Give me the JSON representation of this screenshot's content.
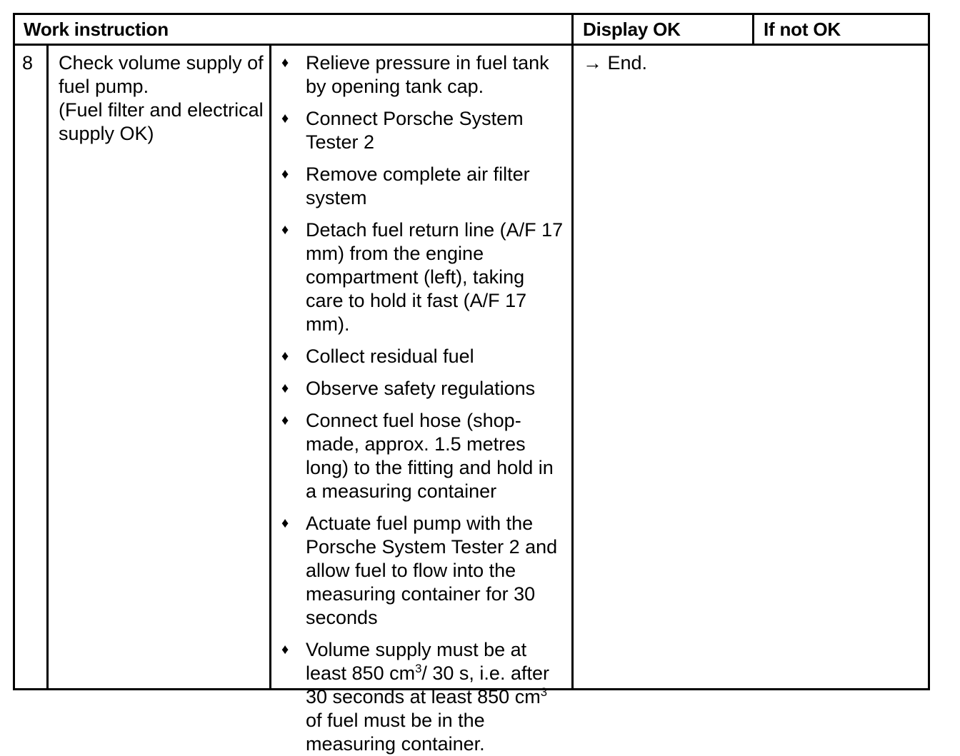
{
  "table": {
    "headers": {
      "work_instruction": "Work instruction",
      "display_ok": "Display OK",
      "if_not_ok": "If not OK"
    },
    "row": {
      "number": "8",
      "task": "Check volume supply of fuel pump.\n(Fuel filter and electrical supply OK)",
      "bullet_glyph": "♦",
      "steps": [
        "Relieve pressure in fuel tank by opening tank cap.",
        "Connect Porsche System Tester 2",
        "Remove complete air filter system",
        "Detach fuel return line (A/F 17 mm) from the engine compartment (left), taking care to hold it fast (A/F 17 mm).",
        "Collect residual fuel",
        "Observe safety regulations",
        "Connect fuel hose (shop-made, approx. 1.5 metres long) to the fitting and hold in a measuring container",
        "Actuate fuel pump with the Porsche System Tester 2 and allow fuel to flow into the measuring container for 30 seconds",
        "Volume supply must be at least 850 cm³/ 30 s, i.e. after 30 seconds at least 850 cm³ of fuel must be in the measuring container."
      ],
      "display_ok": "→ End.",
      "if_not_ok": ""
    }
  },
  "colors": {
    "ink": "#000000",
    "paper": "#ffffff"
  }
}
